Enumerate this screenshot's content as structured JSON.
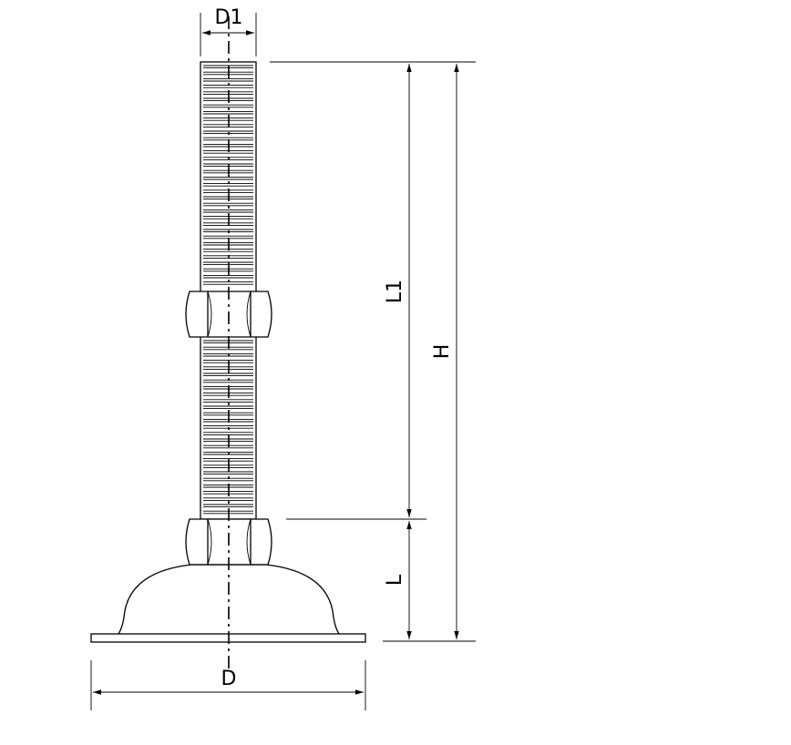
{
  "dimensions": {
    "d1_label": "D1",
    "l1_label": "L1",
    "h_label": "H",
    "l_label": "L",
    "d_label": "D"
  },
  "colors": {
    "line": "#000000",
    "background": "#ffffff"
  }
}
